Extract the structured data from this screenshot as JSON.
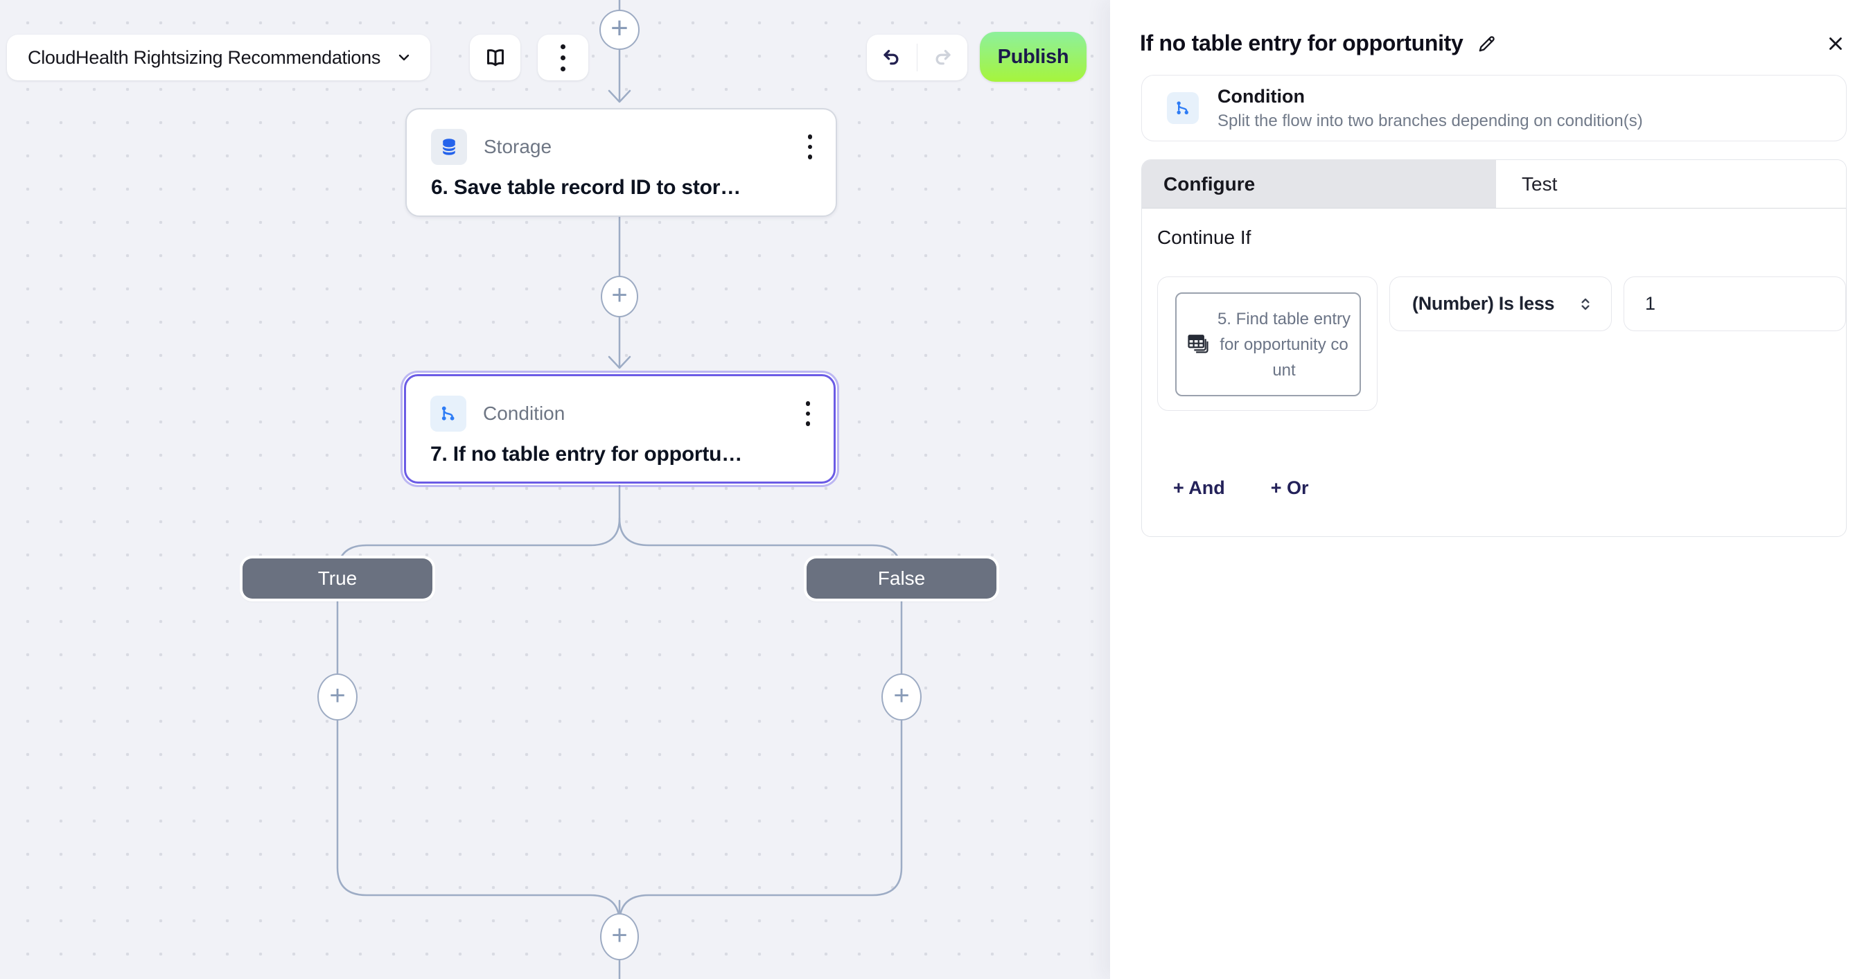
{
  "toolbar": {
    "flow_title": "CloudHealth Rightsizing Recommendations",
    "publish_label": "Publish"
  },
  "canvas": {
    "nodes": {
      "storage": {
        "type_label": "Storage",
        "title": "6. Save table record ID to stor…"
      },
      "condition": {
        "type_label": "Condition",
        "title": "7. If no table entry for opportu…"
      }
    },
    "branches": {
      "true_label": "True",
      "false_label": "False"
    }
  },
  "panel": {
    "title": "If no table entry for opportunity",
    "step_card": {
      "name": "Condition",
      "description": "Split the flow into two branches depending on condition(s)"
    },
    "tabs": {
      "configure": "Configure",
      "test": "Test"
    },
    "section_label": "Continue If",
    "condition_row": {
      "field_ref": "5. Find table entry for opportunity count",
      "operator": "(Number) Is less",
      "value": "1"
    },
    "add_and_label": "+ And",
    "add_or_label": "+ Or"
  },
  "icons": {
    "plus": "+"
  },
  "colors": {
    "accent_purple": "#6b5ce5",
    "publish_gradient_top": "#8df09c",
    "publish_gradient_bottom": "#a6f43c",
    "connector": "#9dacc5",
    "badge_gray": "#6a7180",
    "icon_blue": "#2e7cf5",
    "storage_icon_blue": "#2563eb"
  }
}
